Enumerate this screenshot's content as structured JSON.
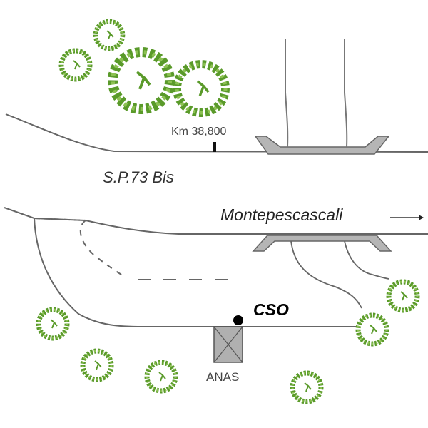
{
  "map": {
    "labels": {
      "km_marker": "Km 38,800",
      "road_sp73": "S.P.73 Bis",
      "road_montepescascali": "Montepescascali",
      "cso": "CSO",
      "anas": "ANAS"
    },
    "direction_arrow": "arrow-right-icon",
    "colors": {
      "road_line": "#555555",
      "bridge_fill": "#b5b5b5",
      "tree_green": "#5a9a2a",
      "text": "#333333",
      "station_dot": "#000000"
    }
  }
}
